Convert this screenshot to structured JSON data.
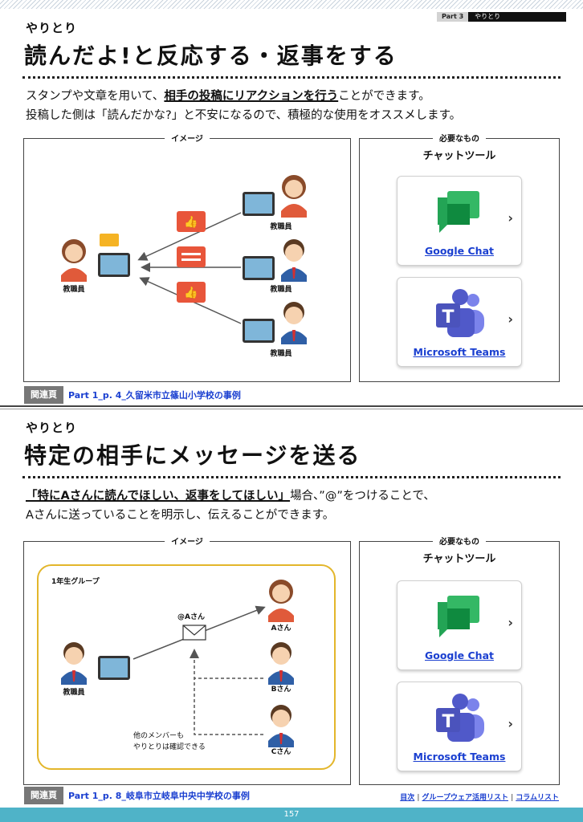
{
  "badge": {
    "part": "Part 3",
    "name": "やりとり"
  },
  "section1": {
    "kicker": "やりとり",
    "title": "読んだよ!と反応する・返事をする",
    "para_line1_pre": "スタンプや文章を用いて、",
    "para_line1_emph": "相手の投稿にリアクションを行う",
    "para_line1_post": "ことができます。",
    "para_line2": "投稿した側は「読んだかな?」と不安になるので、積極的な使用をオススメします。",
    "image_label": "イメージ",
    "staff_left": "教職員",
    "staff_right": [
      "教職員",
      "教職員",
      "教職員"
    ],
    "needs_label": "必要なもの",
    "needs_title": "チャットツール",
    "tools": [
      "Google Chat",
      "Microsoft Teams"
    ],
    "related_tag": "関連頁",
    "related_text": "Part 1_p. 4_久留米市立篠山小学校の事例"
  },
  "section2": {
    "kicker": "やりとり",
    "title": "特定の相手にメッセージを送る",
    "para_line1_emph": "「特にAさんに読んでほしい、返事をしてほしい」",
    "para_line1_post": "場合、”@”をつけることで、",
    "para_line2": "Aさんに送っていることを明示し、伝えることができます。",
    "image_label": "イメージ",
    "group_label": "1年生グループ",
    "mention": "@Aさん",
    "sender": "教職員",
    "recipients": [
      "Aさん",
      "Bさん",
      "Cさん"
    ],
    "note_line1": "他のメンバーも",
    "note_line2": "やりとりは確認できる",
    "needs_label": "必要なもの",
    "needs_title": "チャットツール",
    "tools": [
      "Google Chat",
      "Microsoft Teams"
    ],
    "related_tag": "関連頁",
    "related_text": "Part 1_p. 8_岐阜市立岐阜中央中学校の事例"
  },
  "nav": {
    "toc": "目次",
    "list": "グループウェア活用リスト",
    "column": "コラムリスト"
  },
  "page_number": "157",
  "colors": {
    "accent_red": "#e8553a",
    "chat_green": "#23a455",
    "teams_purple": "#5059c9",
    "footer": "#4fb3c8",
    "stamp_yellow": "#f5b324"
  }
}
